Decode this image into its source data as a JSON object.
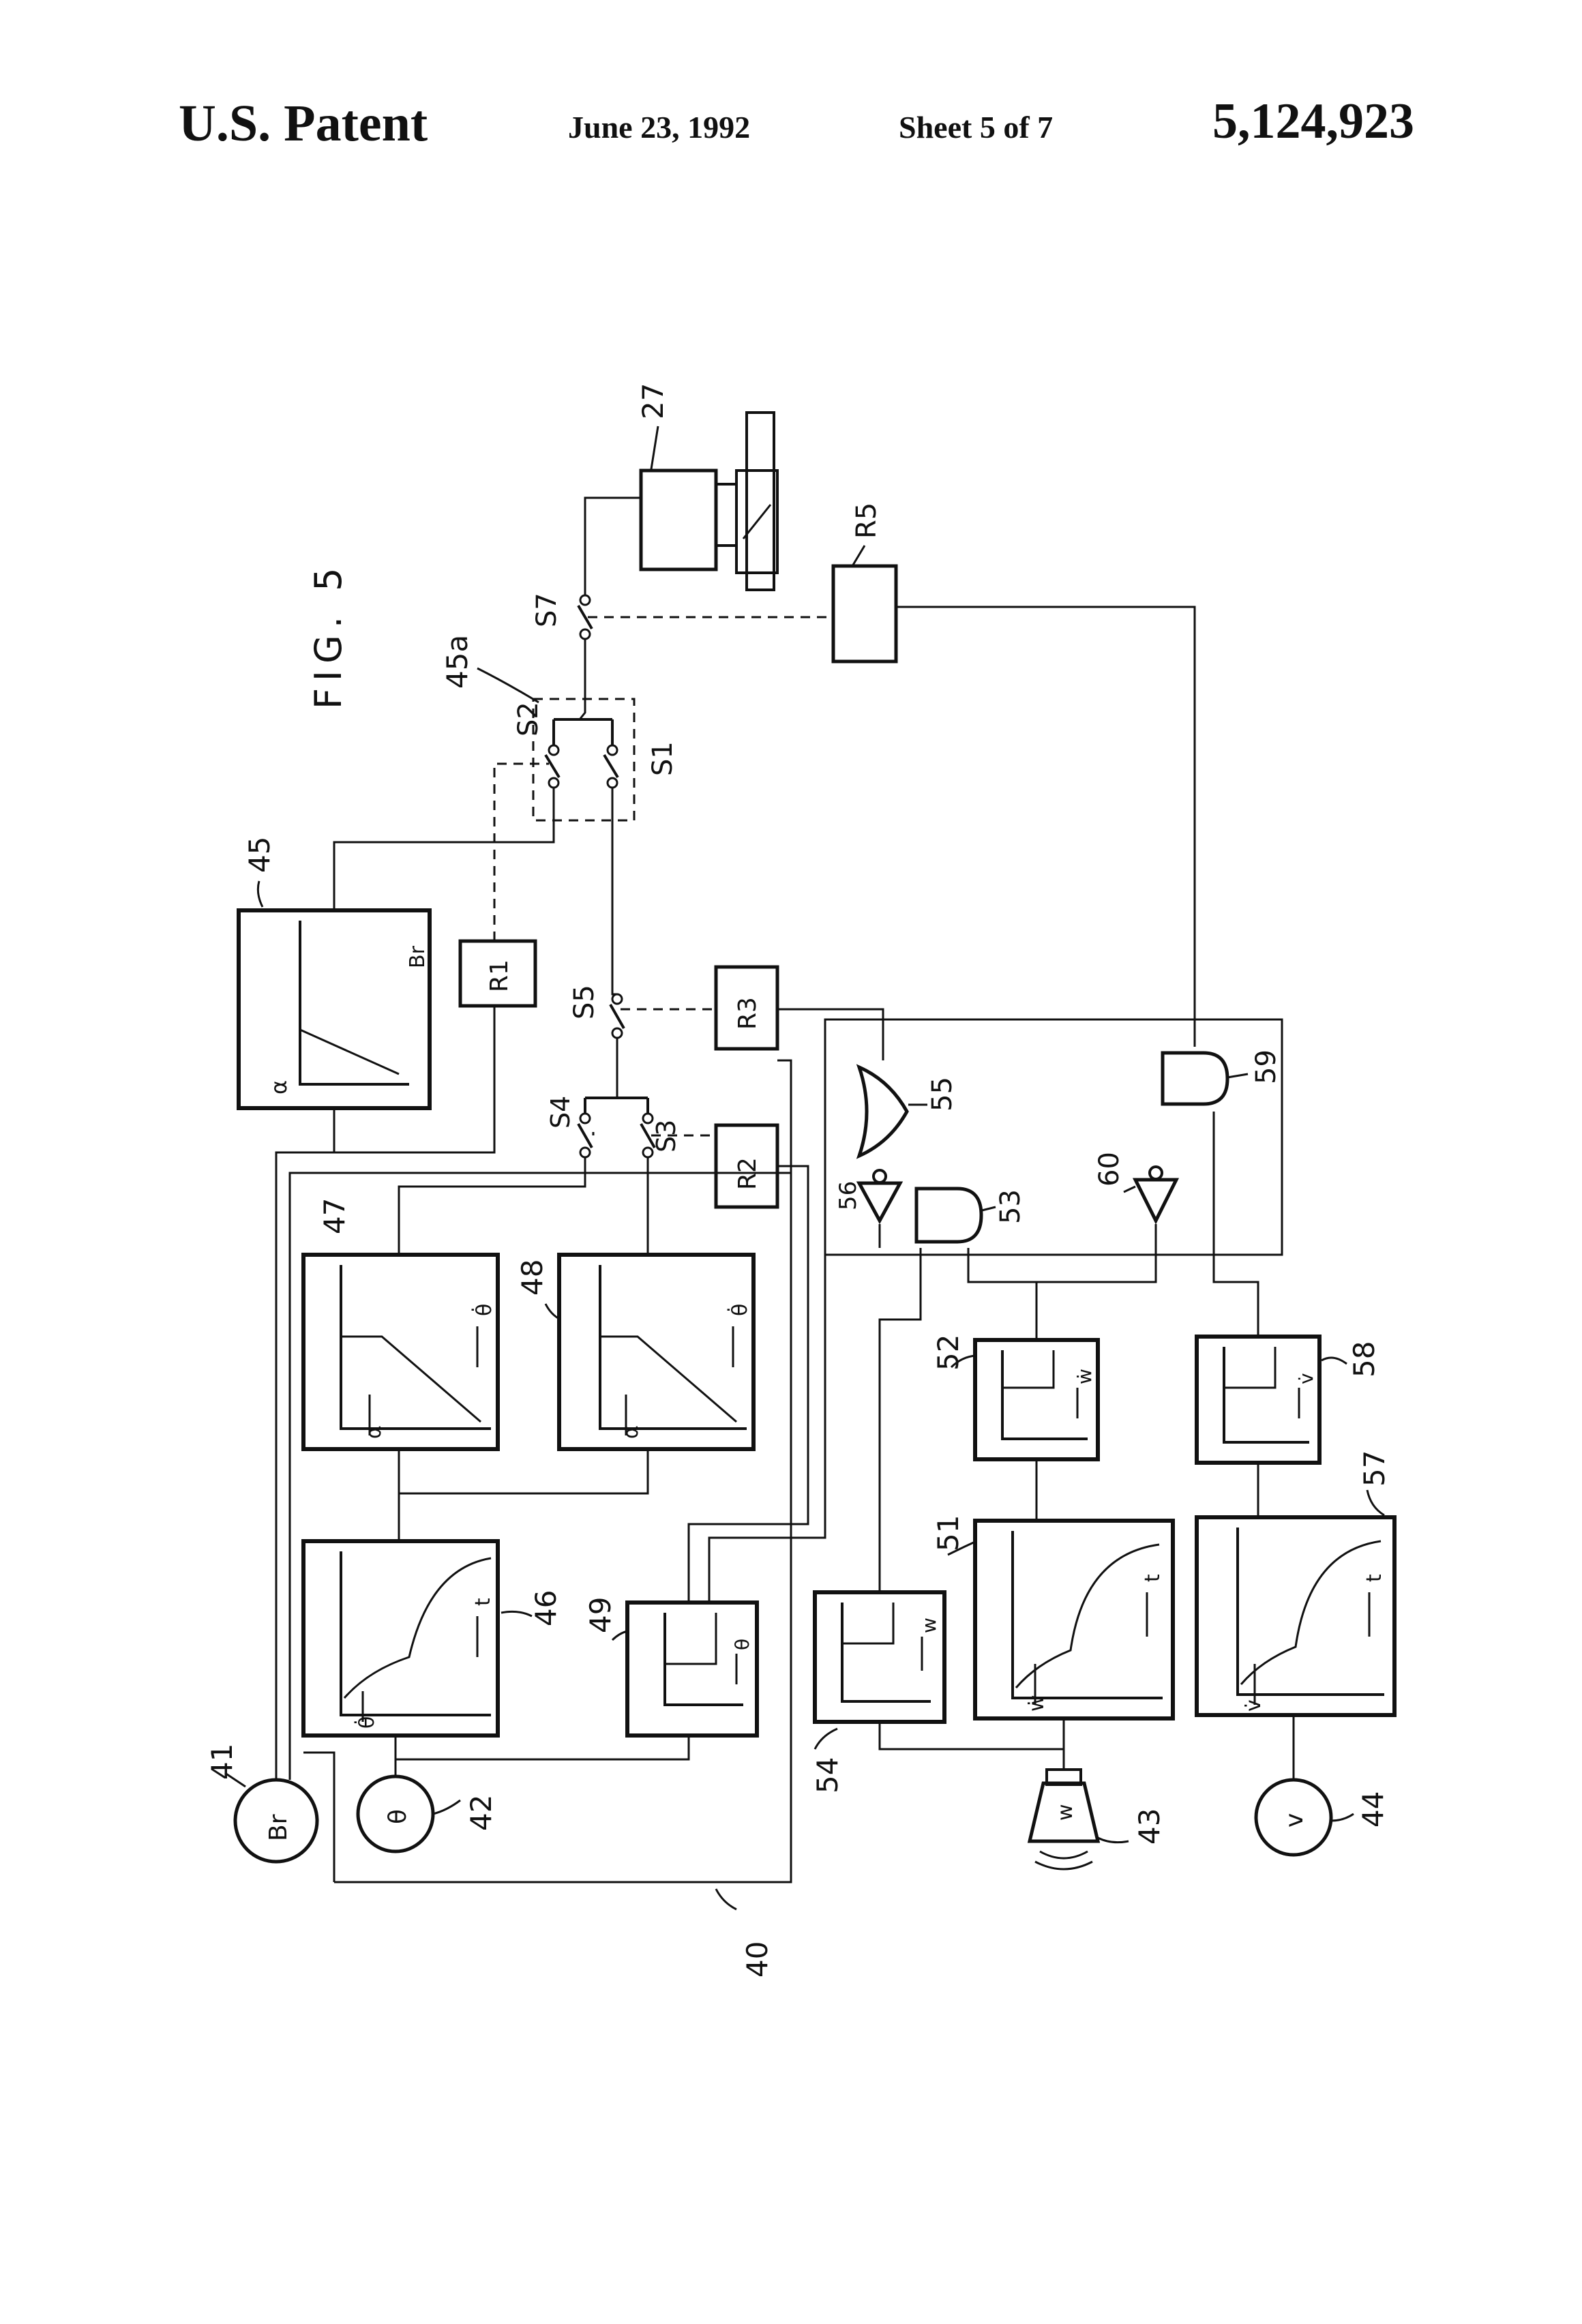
{
  "header": {
    "title": "U.S. Patent",
    "date": "June 23, 1992",
    "sheet": "Sheet 5 of 7",
    "patent_number": "5,124,923"
  },
  "figure": {
    "label": "FIG. 5",
    "ref_27": "27",
    "ref_R5": "R5",
    "ref_S7": "S7",
    "ref_45a": "45a",
    "ref_S2": "S2",
    "ref_S1": "S1",
    "ref_45": "45",
    "ref_R1": "R1",
    "ref_S5": "S5",
    "ref_R3": "R3",
    "ref_S4": "S4",
    "ref_S3": "S3",
    "ref_R2": "R2",
    "ref_55": "55",
    "ref_56": "56",
    "ref_53": "53",
    "ref_60": "60",
    "ref_59": "59",
    "ref_47": "47",
    "ref_48": "48",
    "ref_52": "52",
    "ref_58": "58",
    "ref_46": "46",
    "ref_49": "49",
    "ref_51": "51",
    "ref_57": "57",
    "ref_54": "54",
    "ref_41": "41",
    "ref_42": "42",
    "ref_43": "43",
    "ref_44": "44",
    "ref_40": "40",
    "sensor_41": "Br",
    "sensor_42": "θ",
    "sensor_43": "w",
    "sensor_44": "v",
    "axis_45_y": "α",
    "axis_45_x": "Br",
    "axis_47_y": "α",
    "axis_47_x": "θ̇",
    "axis_48_y": "α",
    "axis_48_x": "θ̇",
    "axis_46_y": "θ̇",
    "axis_46_x": "t",
    "axis_49_x": "θ",
    "axis_51_y": "ẇ",
    "axis_51_x": "t",
    "axis_52_x": "ẇ",
    "axis_54_x": "w",
    "axis_57_y": "v̇",
    "axis_57_x": "t",
    "axis_58_x": "v̇"
  }
}
